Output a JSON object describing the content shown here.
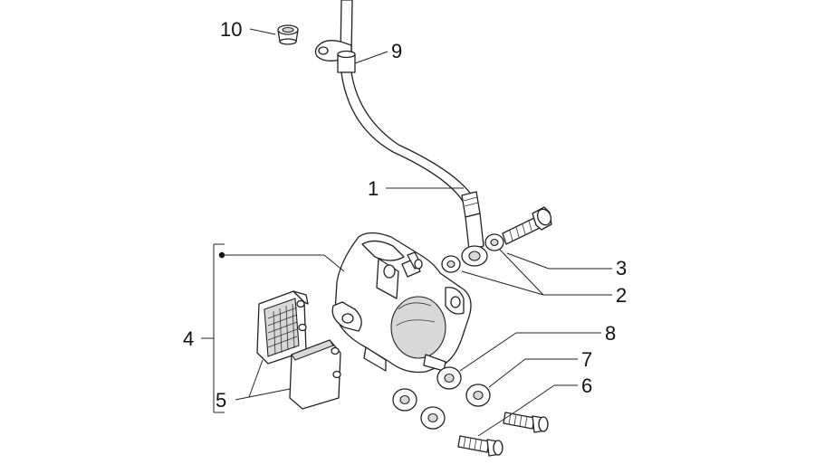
{
  "callouts": {
    "c1": "1",
    "c2": "2",
    "c3": "3",
    "c4": "4",
    "c5": "5",
    "c6": "6",
    "c7": "7",
    "c8": "8",
    "c9": "9",
    "c10": "10"
  },
  "colors": {
    "line": "#222222",
    "shade": "#d8d8d8",
    "background": "#ffffff"
  }
}
